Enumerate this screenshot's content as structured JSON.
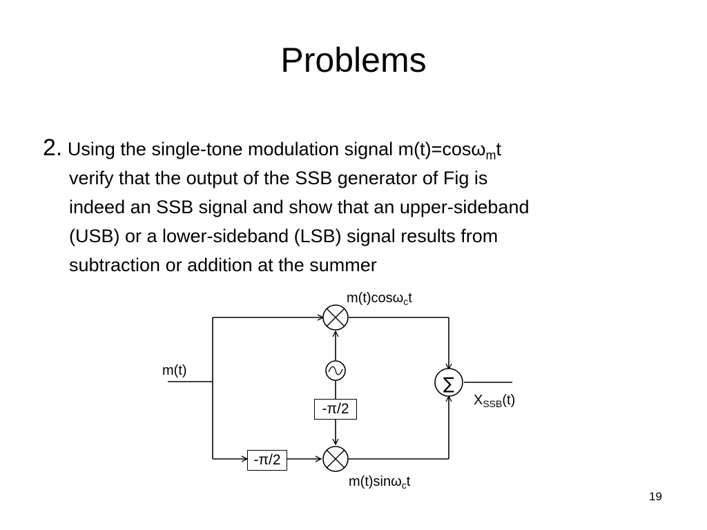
{
  "title": "Problems",
  "problem": {
    "number": "2.",
    "text_a": "Using the single-tone modulation signal m(t)=cosω",
    "text_a_sub": "m",
    "text_a_tail": "t",
    "text_b": "verify that the output of the SSB generator of Fig  is",
    "text_c": "indeed an SSB signal and show that an upper-sideband",
    "text_d": "(USB) or a lower-sideband (LSB) signal results from",
    "text_e": "subtraction or addition at the summer"
  },
  "diagram": {
    "top_label": {
      "prefix": "m(t)cosω",
      "sub": "c",
      "suffix": "t"
    },
    "bottom_label": {
      "prefix": "m(t)sinω",
      "sub": "c",
      "suffix": "t"
    },
    "input_label": "m(t)",
    "output_label": {
      "prefix": "X",
      "sub": "SSB",
      "suffix": "(t)"
    },
    "summer_symbol": "∑",
    "phase_shift_middle": "-π/2",
    "phase_shift_bottom": "-π/2"
  },
  "page_number": "19"
}
